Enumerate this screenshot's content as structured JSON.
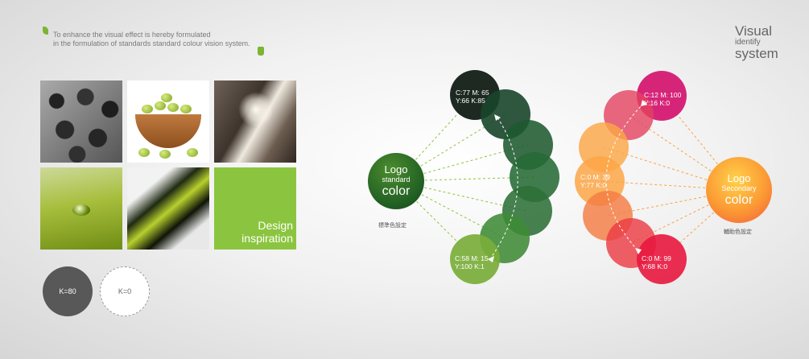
{
  "intro": {
    "line1": "To enhance the visual effect is hereby formulated",
    "line2": "in the formulation of standards standard colour vision system."
  },
  "heading": {
    "line1": "Visual",
    "line2": "identify",
    "line3": "system"
  },
  "gallery": {
    "design_line1": "Design",
    "design_line2": "inspiration",
    "green_tile_color": "#8bc53f"
  },
  "swatches": [
    {
      "label": "K=80",
      "color": "#585858"
    },
    {
      "label": "K=0",
      "color": "#ffffff"
    }
  ],
  "standard": {
    "logo_line1": "Logo",
    "logo_line2": "standard",
    "logo_line3": "color",
    "caption": "標準色設定",
    "top_color": {
      "line1": "C:77  M: 65",
      "line2": "Y:66  K:85",
      "hex": "#16221a"
    },
    "bottom_color": {
      "line1": "C:58 M: 15",
      "line2": "Y:100  K:1",
      "hex": "#7aae3a"
    },
    "chain_colors": [
      "#16221a",
      "#18452a",
      "#1f5a30",
      "#256a35",
      "#2c7037",
      "#3f8b36",
      "#7aae3a"
    ]
  },
  "secondary": {
    "logo_line1": "Logo",
    "logo_line2": "Secondary",
    "logo_line3": "color",
    "caption": "輔助色設定",
    "top_color": {
      "line1": "C:12  M: 100",
      "line2": "Y:16  K:0",
      "hex": "#d4146f"
    },
    "middle_color": {
      "line1": "C:0  M: 39",
      "line2": "Y:77  K:0",
      "hex": "#fba647"
    },
    "bottom_color": {
      "line1": "C:0  M: 99",
      "line2": "Y:68  K:0",
      "hex": "#e8173f"
    },
    "chain_colors": [
      "#d4146f",
      "#e4425f",
      "#fba647",
      "#fba647",
      "#f47c43",
      "#ec3d44",
      "#e8173f"
    ]
  }
}
